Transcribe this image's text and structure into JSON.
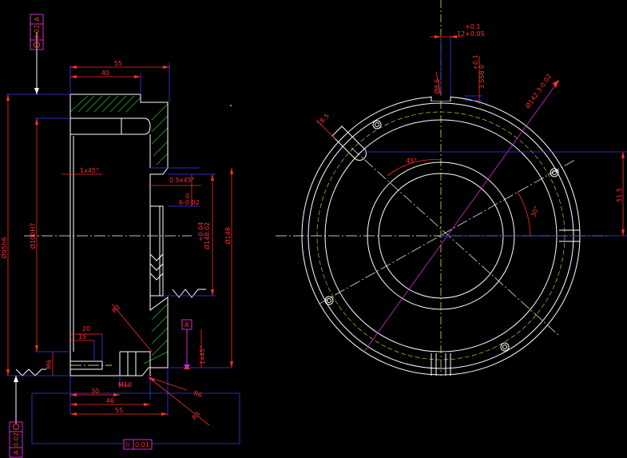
{
  "geometric_tolerances": {
    "top_frame": "0.02",
    "top_datum": "A",
    "bottom_frame": "0.02",
    "bottom_datum": "A",
    "parallel": "0.01",
    "datum_box": "A"
  },
  "side_view": {
    "dim_overall_width": "55",
    "dim_flange": "40",
    "dim_outer_dia": "Ø95h6",
    "dim_bore": "Ø100H7",
    "dim_chamfer_1": "1x45°",
    "dim_chamfer_2": "0.5x45°",
    "dim_groove_tol_upper": "0",
    "dim_groove": "6-0.02",
    "dim_recess_tol": "+0.04",
    "dim_recess": "Ø148.02",
    "dim_step_dia": "Ø148",
    "dim_20": "20",
    "dim_15": "15",
    "dim_r2": "R2",
    "dim_chamfer_3": "1x45°",
    "dim_m6": "M6",
    "dim_m10": "M10",
    "dim_30": "30",
    "dim_46": "46",
    "dim_55b": "55",
    "dim_r6": "R6",
    "dim_r3": "R3"
  },
  "front_view": {
    "dim_key_tol": "+0.1",
    "dim_key": "12+0.05",
    "dim_key_tol2": "+0.1",
    "dim_depth": "3.558 0",
    "dim_key_pos": "Ø8.5",
    "dim_pitch_dia": "Ø142.3-0.02",
    "dim_slot": "18.5",
    "dim_angle_45": "45°",
    "dim_angle_30": "30°",
    "dim_offset": "51.5"
  }
}
